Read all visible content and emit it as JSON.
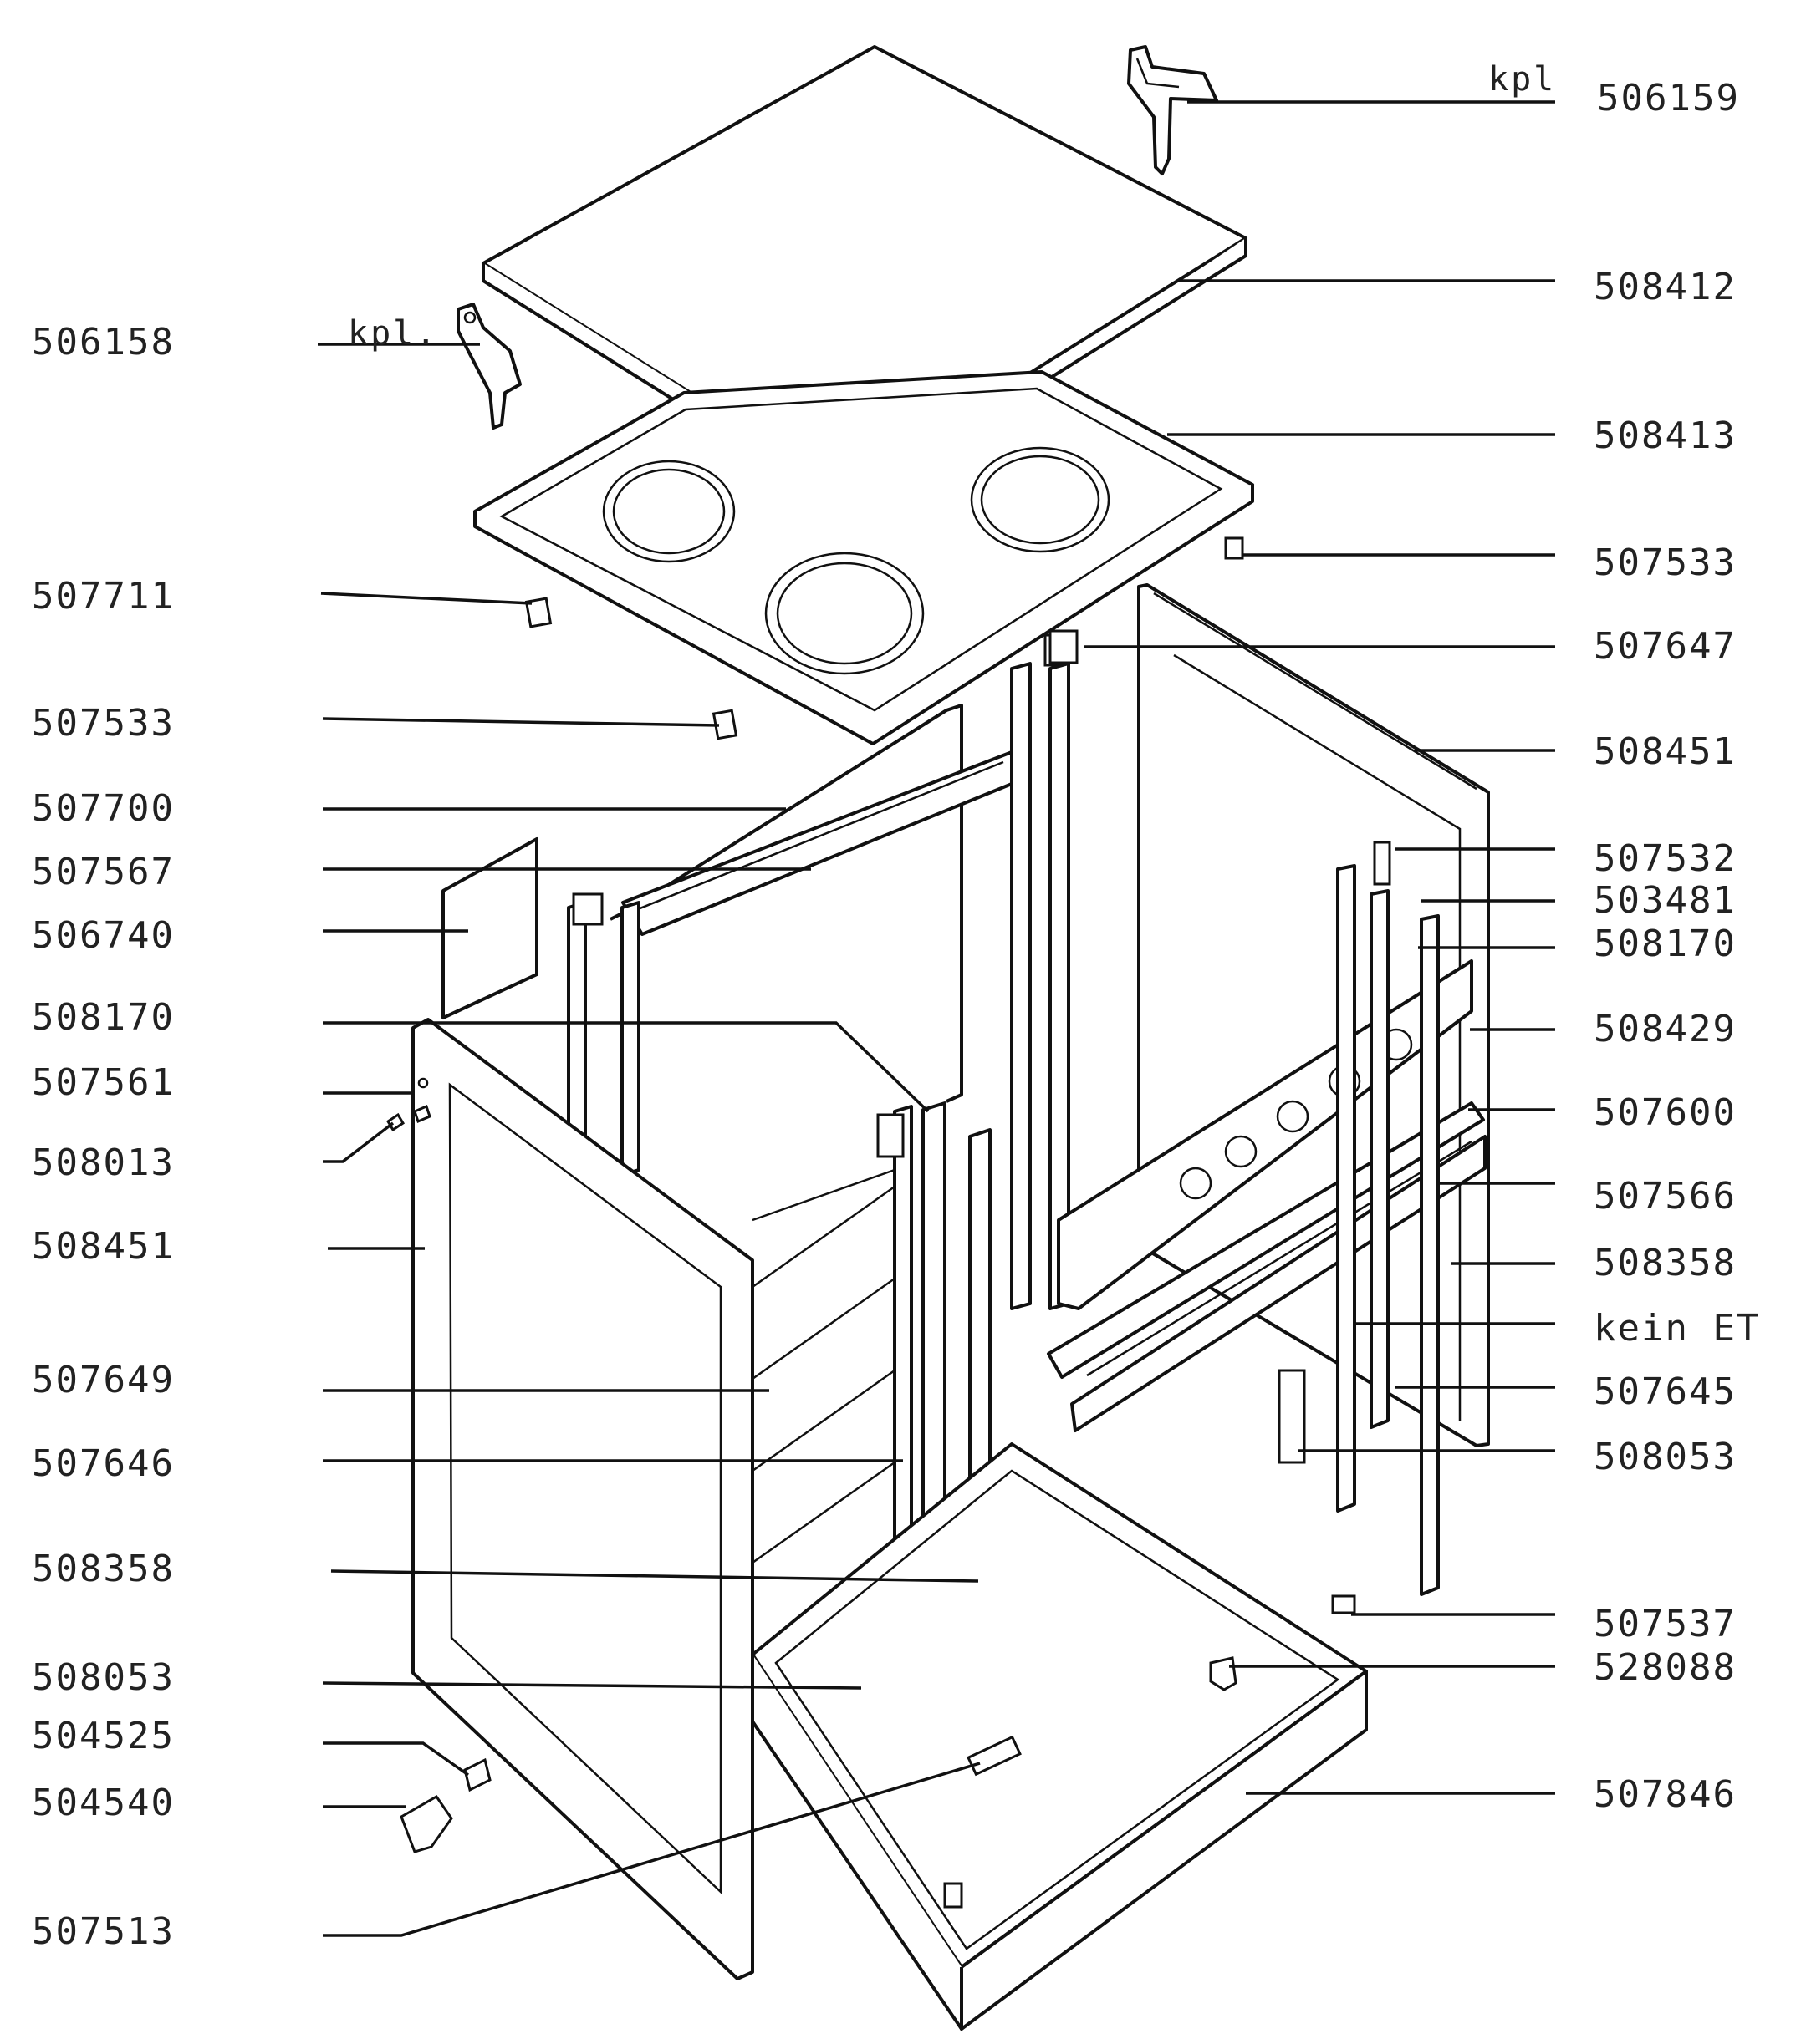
{
  "diagram": {
    "left_labels": [
      "506158",
      "507711",
      "507533",
      "507700",
      "507567",
      "506740",
      "508170",
      "507561",
      "508013",
      "508451",
      "507649",
      "507646",
      "508358",
      "508053",
      "504525",
      "504540",
      "507513"
    ],
    "right_labels": [
      "506159",
      "508412",
      "508413",
      "507533",
      "507647",
      "508451",
      "507532",
      "503481",
      "508170",
      "508429",
      "507600",
      "507566",
      "508358",
      "kein ET",
      "507645",
      "508053",
      "507537",
      "528088",
      "507846"
    ],
    "kpl_top_right": "kpl",
    "kpl_top_left": "kpl."
  }
}
